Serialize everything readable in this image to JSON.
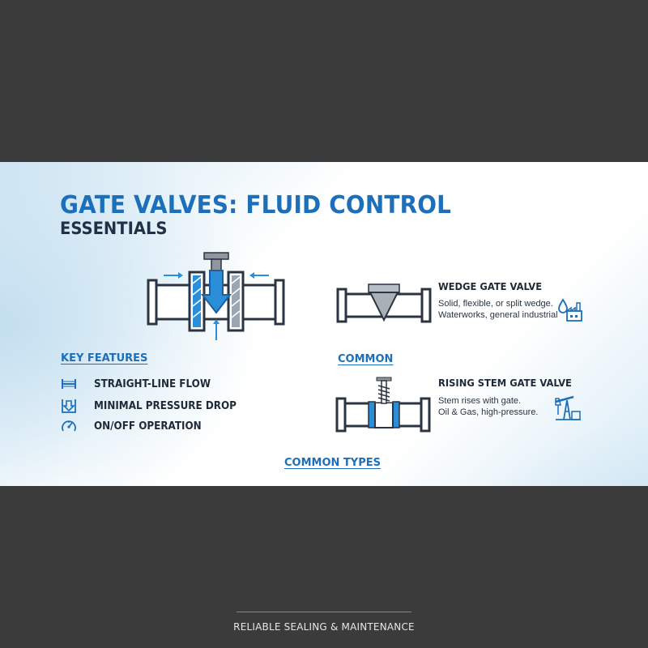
{
  "title": {
    "main": "GATE VALVES: FLUID CONTROL",
    "sub": "ESSENTIALS"
  },
  "colors": {
    "accent": "#1c6fb8",
    "flow_blue": "#2a8fd8",
    "dark_text": "#1f2a38",
    "outline": "#2a3442",
    "background_outer": "#3b3b3b"
  },
  "key_features": {
    "heading": "KEY FEATURES",
    "items": [
      {
        "icon": "straight-line-flow-icon",
        "label": "STRAIGHT-LINE FLOW"
      },
      {
        "icon": "pressure-drop-icon",
        "label": "MINIMAL PRESSURE DROP"
      },
      {
        "icon": "gauge-icon",
        "label": "ON/OFF OPERATION"
      }
    ]
  },
  "common": {
    "heading": "COMMON",
    "types": [
      {
        "title": "WEDGE GATE VALVE",
        "desc_line1": "Solid, flexible, or split wedge.",
        "desc_line2": "Waterworks, general industrial",
        "icon": "water-factory-icon"
      },
      {
        "title": "RISING STEM GATE VALVE",
        "desc_line1": "Stem rises with gate.",
        "desc_line2": "Oil & Gas, high-pressure.",
        "icon": "oil-pump-icon"
      }
    ]
  },
  "common_types_label": "COMMON TYPES",
  "footer": {
    "text": "RELIABLE SEALING & MAINTENANCE"
  }
}
